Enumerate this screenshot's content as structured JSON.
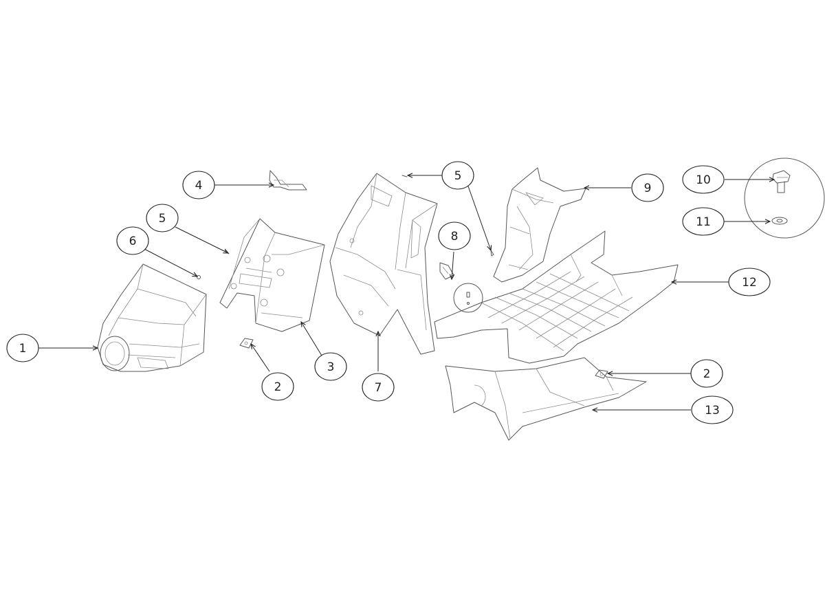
{
  "diagram": {
    "callouts": [
      {
        "id": "c1",
        "label": "1"
      },
      {
        "id": "c2a",
        "label": "2"
      },
      {
        "id": "c2b",
        "label": "2"
      },
      {
        "id": "c3",
        "label": "3"
      },
      {
        "id": "c4",
        "label": "4"
      },
      {
        "id": "c5a",
        "label": "5"
      },
      {
        "id": "c5b",
        "label": "5"
      },
      {
        "id": "c6",
        "label": "6"
      },
      {
        "id": "c7",
        "label": "7"
      },
      {
        "id": "c8",
        "label": "8"
      },
      {
        "id": "c9",
        "label": "9"
      },
      {
        "id": "c10",
        "label": "10"
      },
      {
        "id": "c11",
        "label": "11"
      },
      {
        "id": "c12",
        "label": "12"
      },
      {
        "id": "c13",
        "label": "13"
      }
    ]
  }
}
